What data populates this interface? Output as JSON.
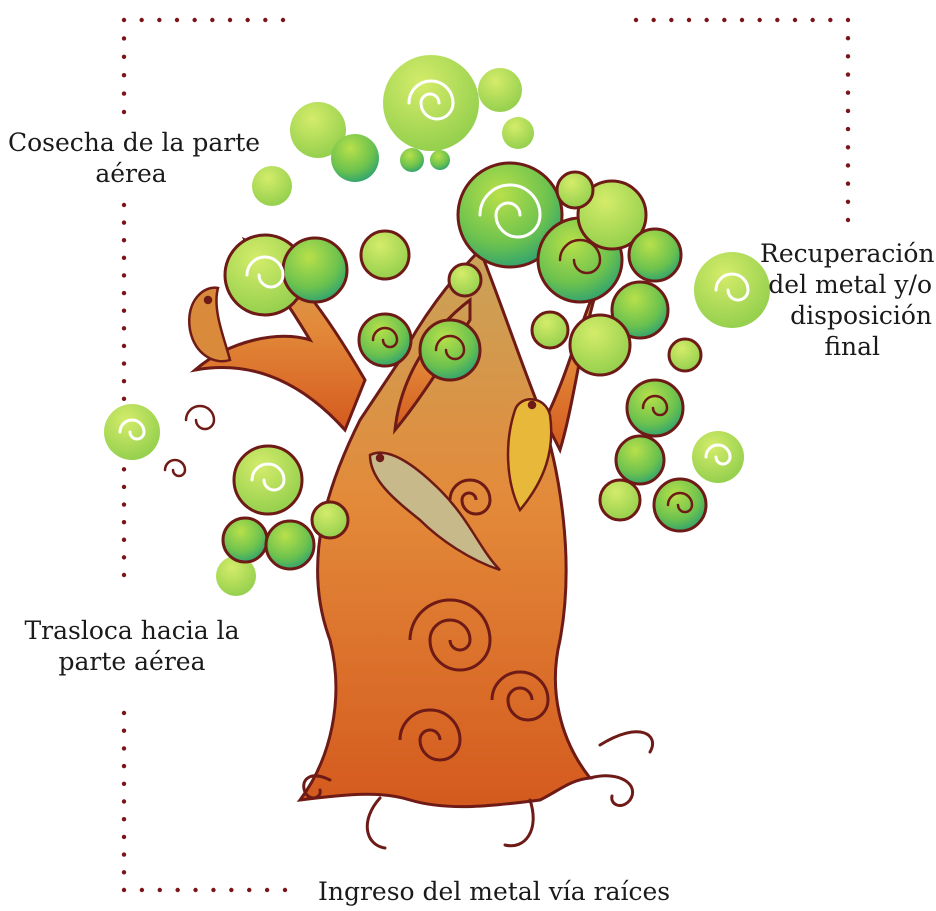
{
  "labels": {
    "cosecha": [
      "Cosecha de la parte",
      "aérea"
    ],
    "recuperacion": [
      "Recuperación",
      "del metal y/o",
      "disposición",
      "final"
    ],
    "trasloca": [
      "Trasloca hacia la",
      "parte aérea"
    ],
    "ingreso": "Ingreso del metal vía raíces"
  },
  "colors": {
    "dots": "#7a1418",
    "trunk": "#d8722a",
    "leaf": "#7cc84a",
    "leaf_dark": "#1f9a78",
    "outline": "#6e1a16"
  },
  "icons": [
    "tree-illustration",
    "bird-icon"
  ]
}
